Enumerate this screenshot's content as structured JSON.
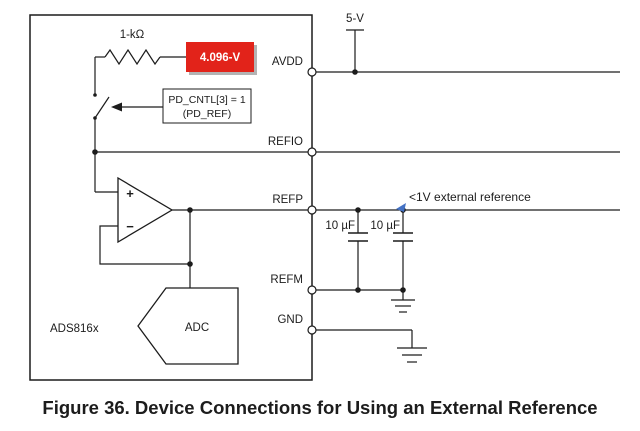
{
  "figure": {
    "caption": "Figure 36. Device Connections for Using an External Reference"
  },
  "device": {
    "name": "ADS816x",
    "pins": {
      "avdd": "AVDD",
      "refio": "REFIO",
      "refp": "REFP",
      "refm": "REFM",
      "gnd": "GND"
    }
  },
  "internal": {
    "resistor_label": "1-kΩ",
    "reference_label": "4.096-V",
    "pd_line1": "PD_CNTL[3] = 1",
    "pd_line2": "(PD_REF)",
    "opamp_plus": "+",
    "opamp_minus": "−",
    "adc_label": "ADC"
  },
  "external": {
    "supply_label": "5-V",
    "cap1_label": "10 µF",
    "cap2_label": "10 µF",
    "annotation": "<1V external reference"
  },
  "colors": {
    "reference_box": "#e2231a",
    "reference_box_shadow": "#b3b3b3",
    "wire": "#1c1c1c",
    "annotation_arrow": "#4472c4"
  }
}
